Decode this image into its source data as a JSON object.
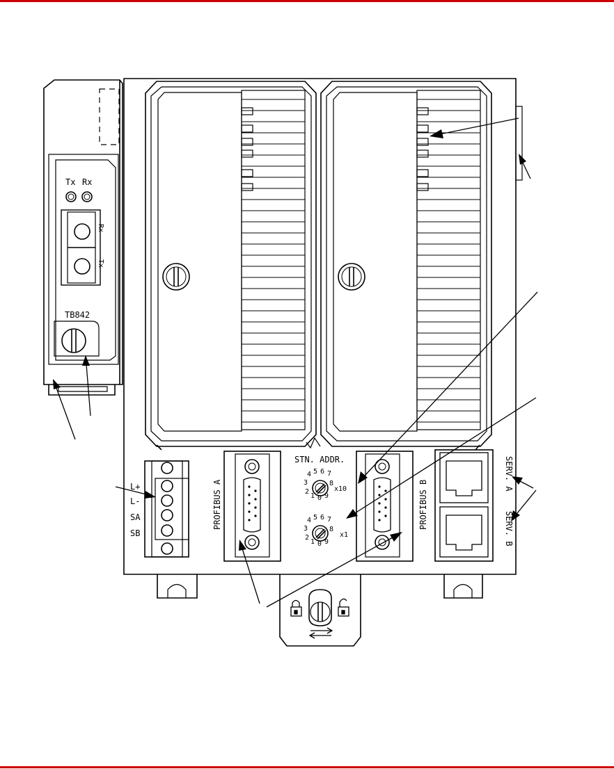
{
  "colors": {
    "line": "#000000",
    "rule": "#cc0000",
    "background": "#ffffff"
  },
  "fiber_module": {
    "tx_led": "Tx",
    "rx_led": "Rx",
    "port_rx": "Rx",
    "port_tx": "Tx",
    "model": "TB842"
  },
  "power_terminal": {
    "pins": [
      "L+",
      "L-",
      "SA",
      "SB"
    ]
  },
  "profibus": {
    "a": "PROFIBUS A",
    "b": "PROFIBUS B"
  },
  "address": {
    "title": "STN. ADDR.",
    "x10": "x10",
    "x1": "x1"
  },
  "service": {
    "a": "SERV. A",
    "b": "SERV. B"
  },
  "icons": {
    "lock": "lock-closed-icon",
    "unlock": "lock-open-icon",
    "arrows": "swap-arrows-icon"
  }
}
